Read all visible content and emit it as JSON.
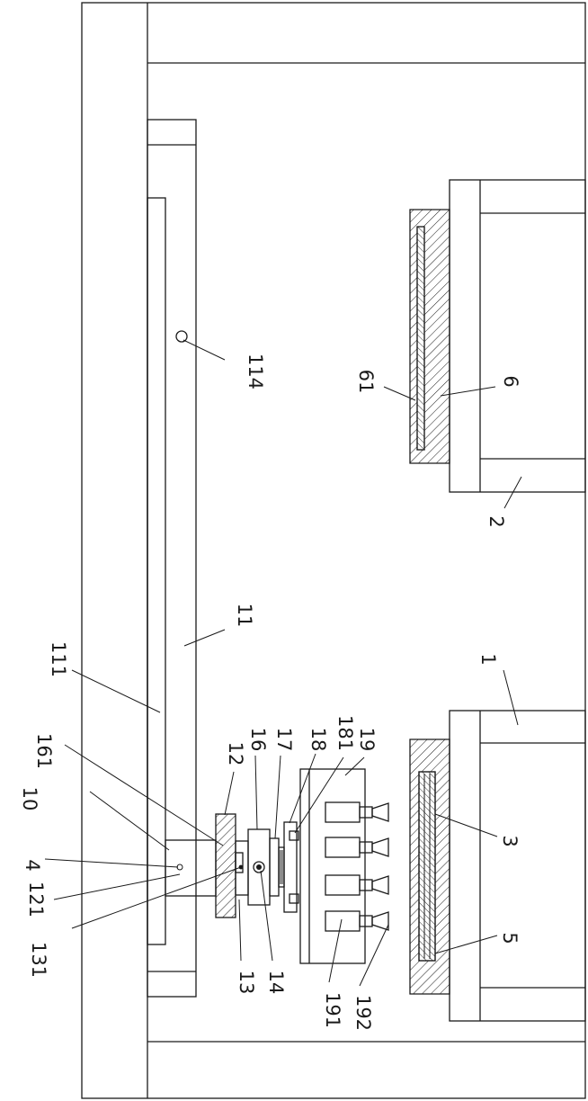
{
  "diagram": {
    "labels": {
      "l10": "10",
      "l4": "4",
      "l121": "121",
      "l131": "131",
      "l161": "161",
      "l111": "111",
      "l12": "12",
      "l16": "16",
      "l17": "17",
      "l18": "18",
      "l181": "181",
      "l19": "19",
      "l13": "13",
      "l14": "14",
      "l191": "191",
      "l192": "192",
      "l11": "11",
      "l114": "114",
      "l1": "1",
      "l3": "3",
      "l5": "5",
      "l61": "61",
      "l6": "6",
      "l2": "2"
    }
  }
}
